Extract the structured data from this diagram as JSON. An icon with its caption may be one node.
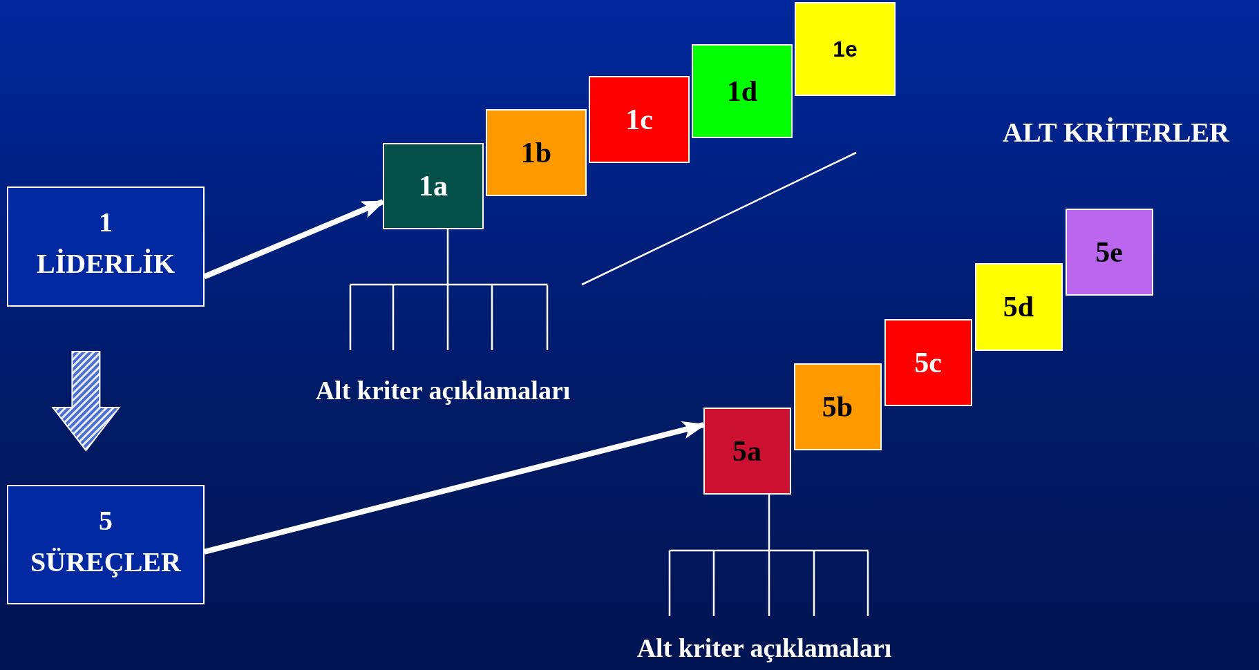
{
  "diagram": {
    "nodes": [
      {
        "text": [
          "1",
          "LİDERLİK"
        ]
      },
      {
        "text": [
          "1a"
        ]
      },
      {
        "text": [
          "1b"
        ]
      },
      {
        "text": [
          "1c"
        ]
      },
      {
        "text": [
          "1d"
        ]
      },
      {
        "text": [
          "1e"
        ]
      },
      {
        "text": [
          "5",
          "SÜREÇLER"
        ]
      },
      {
        "text": [
          "5a"
        ]
      },
      {
        "text": [
          "5b"
        ]
      },
      {
        "text": [
          "5c"
        ]
      },
      {
        "text": [
          "5d"
        ]
      },
      {
        "text": [
          "5e"
        ]
      }
    ],
    "edges": [
      {
        "from": 0,
        "to": 1,
        "arrow": "to"
      },
      {
        "from": 0,
        "to": 6,
        "arrow": "to"
      },
      {
        "from": 6,
        "to": 7,
        "arrow": "to"
      }
    ],
    "labels": [
      "ALT KRİTERLER",
      "Alt kriter açıklamaları",
      "Alt kriter açıklamaları"
    ]
  }
}
